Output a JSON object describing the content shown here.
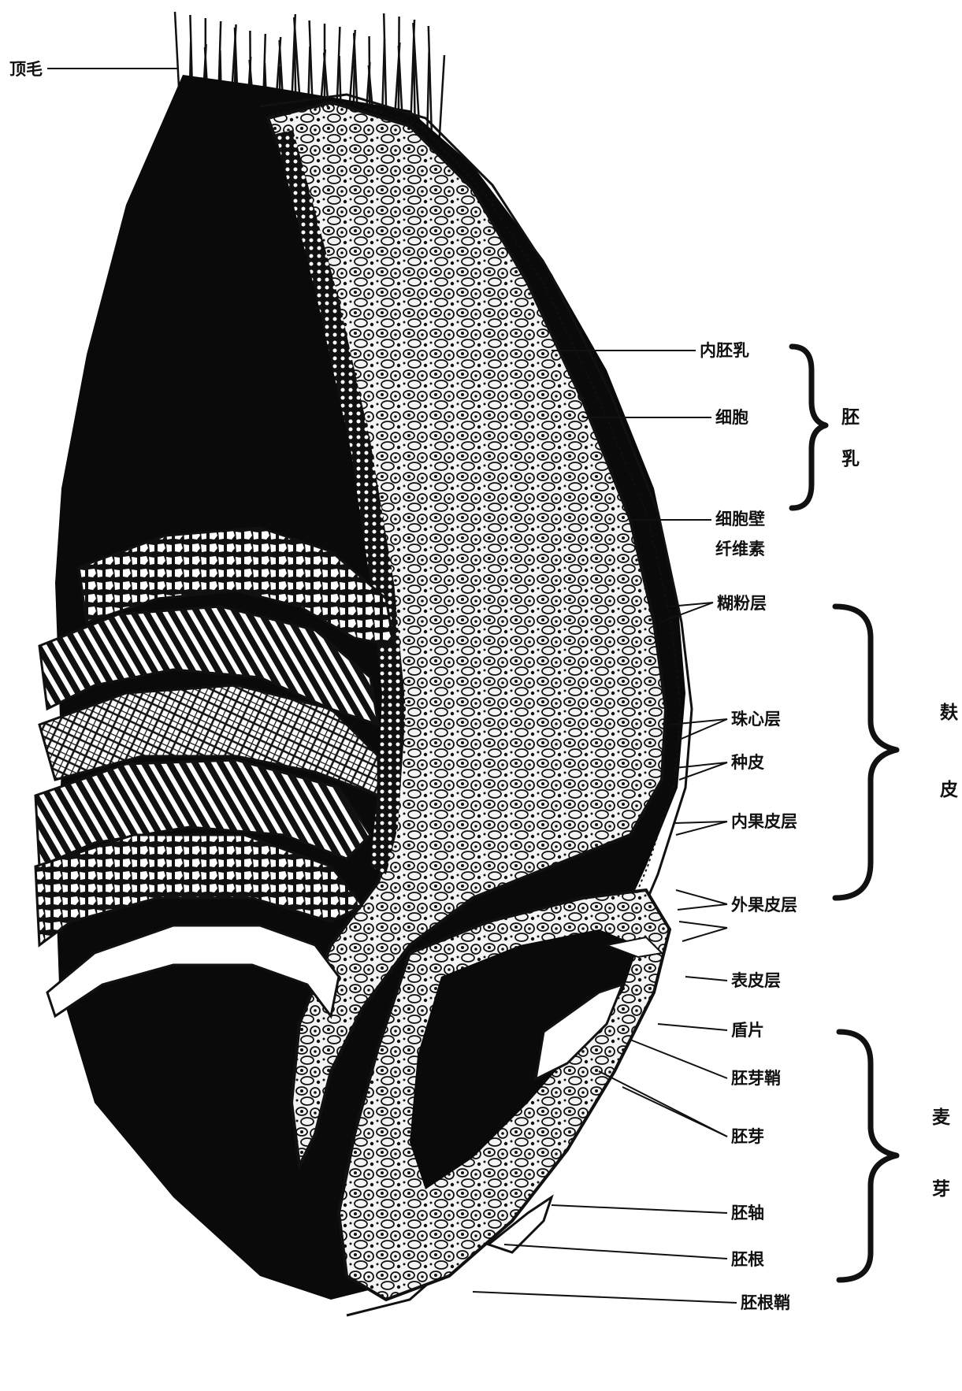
{
  "labels": {
    "top_hair": "顶毛",
    "inner_endosperm": "内胚乳",
    "cell": "细胞",
    "cell_wall": "细胞壁",
    "cellulose": "纤维素",
    "aleurone_layer": "糊粉层",
    "nucellar_layer": "珠心层",
    "seed_coat": "种皮",
    "inner_pericarp": "内果皮层",
    "outer_pericarp": "外果皮层",
    "epidermis": "表皮层",
    "scutellum": "盾片",
    "coleoptile": "胚芽鞘",
    "plumule": "胚芽",
    "embryo_axis": "胚轴",
    "radicle": "胚根",
    "coleorhiza": "胚根鞘"
  },
  "groups": {
    "endosperm": [
      "胚",
      "乳"
    ],
    "bran": [
      "麸",
      "皮"
    ],
    "germ": [
      "麦",
      "芽"
    ]
  }
}
